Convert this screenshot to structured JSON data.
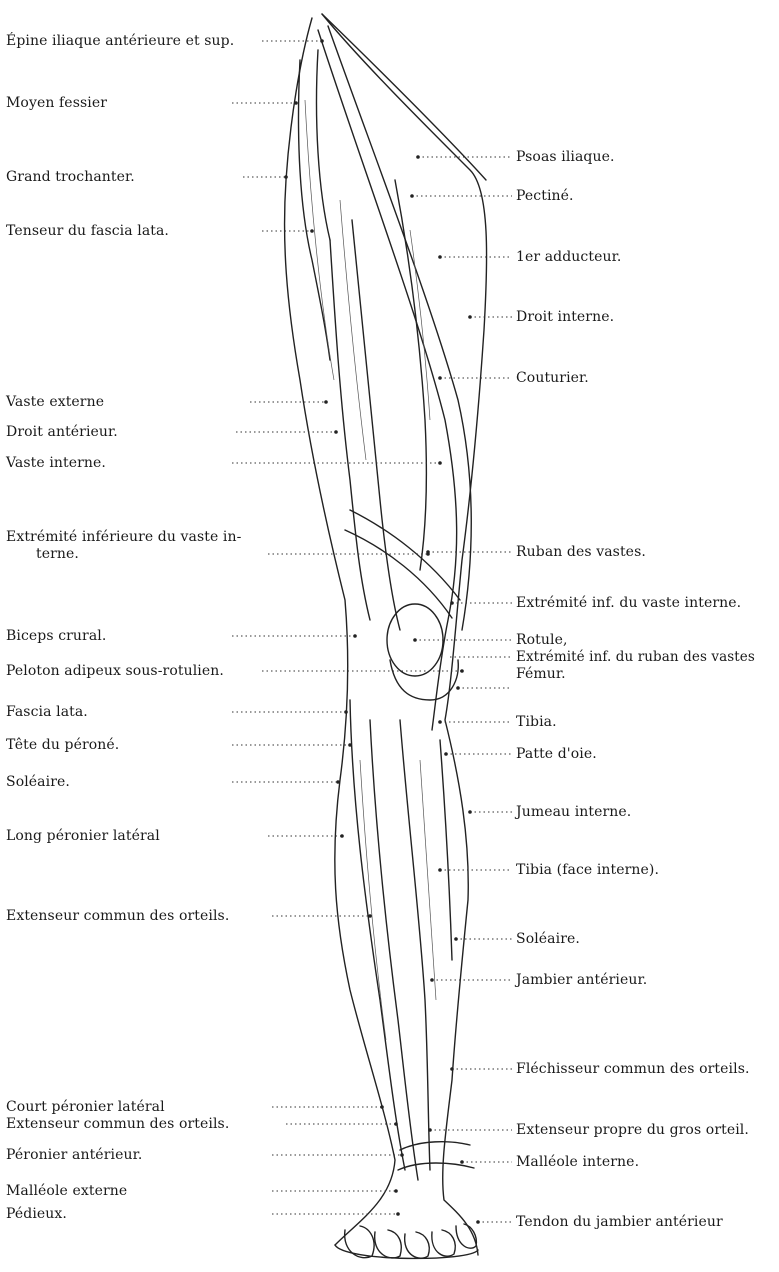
{
  "colors": {
    "ink": "#1a1a1a",
    "paper": "#ffffff"
  },
  "labels_left": [
    "Épine iliaque antérieure et sup.",
    "Moyen fessier",
    "Grand trochanter.",
    "Tenseur du fascia lata.",
    "Vaste externe",
    "Droit antérieur.",
    "Vaste interne.",
    "Extrémité inférieure du vaste in-",
    "terne.",
    "Biceps crural.",
    "Peloton adipeux sous-rotulien.",
    "Fascia lata.",
    "Tête du péroné.",
    "Soléaire.",
    "Long péronier latéral",
    "Extenseur commun des orteils.",
    "Court péronier latéral",
    "Extenseur commun des orteils.",
    "Péronier antérieur.",
    "Malléole externe",
    "Pédieux."
  ],
  "labels_right": [
    "Psoas iliaque.",
    "Pectiné.",
    "1er adducteur.",
    "Droit interne.",
    "Couturier.",
    "Ruban des vastes.",
    "Extrémité inf. du vaste interne.",
    "Rotule,",
    "Extrémité inf. du ruban des vastes",
    "Fémur.",
    "Tibia.",
    "Patte d'oie.",
    "Jumeau interne.",
    "Tibia (face interne).",
    "Soléaire.",
    "Jambier antérieur.",
    "Fléchisseur commun des orteils.",
    "Extenseur propre du gros orteil.",
    "Malléole interne.",
    "Tendon du jambier antérieur"
  ]
}
